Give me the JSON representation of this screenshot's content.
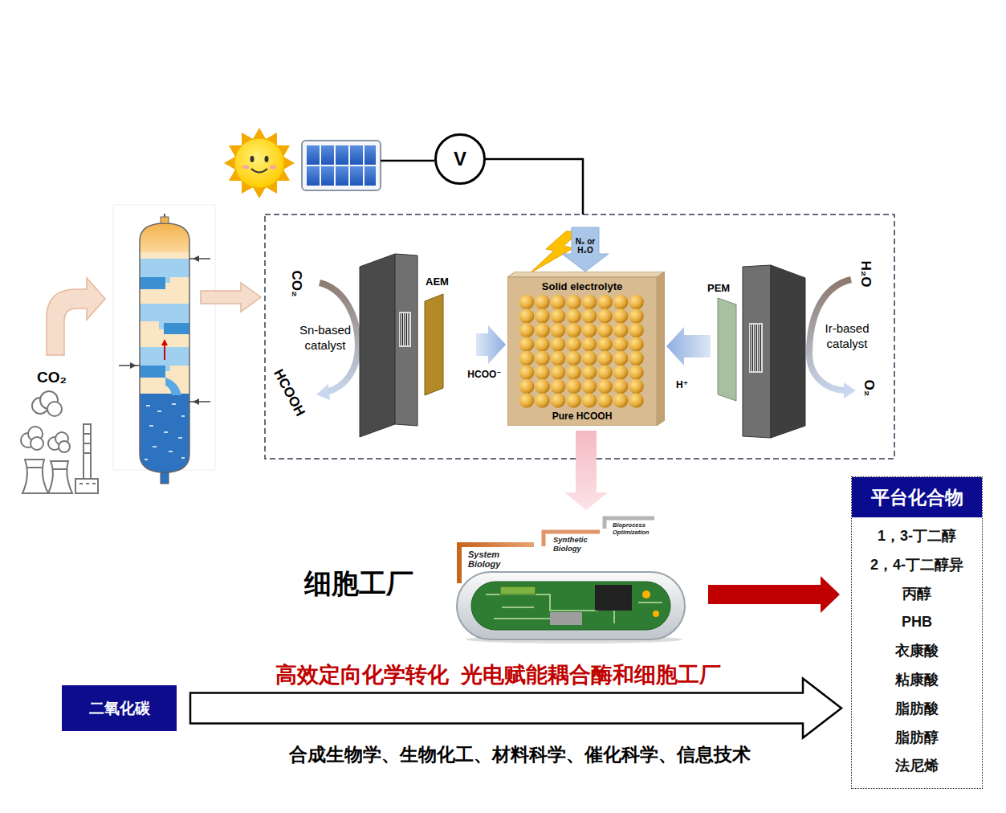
{
  "diagram": {
    "nodes": [
      {
        "text": [
          "V"
        ]
      },
      {
        "text": [
          "AEM"
        ]
      },
      {
        "text": [
          "Solid electrolyte",
          "Pure HCOOH"
        ]
      },
      {
        "text": [
          "PEM"
        ]
      },
      {
        "text": [
          "1，3-丁二醇",
          "2，4-丁二醇异",
          "丙醇",
          "PHB",
          "衣康酸",
          "粘康酸",
          "脂肪酸",
          "脂肪醇",
          "法尼烯"
        ]
      },
      {
        "text": [
          "平台化合物"
        ],
        "in": 4
      },
      {
        "text": [
          "细胞工厂",
          "System Biology",
          "Synthetic Biology",
          "Bioprocess Optimization"
        ]
      },
      {
        "text": [
          "二氧化碳"
        ]
      }
    ],
    "edges": [
      {
        "from": 1,
        "to": 2,
        "arrow": "to",
        "label": "HCOO⁻"
      },
      {
        "from": 3,
        "to": 2,
        "arrow": "to",
        "label": "H⁺"
      },
      {
        "from": 2,
        "to": 6,
        "arrow": "to"
      },
      {
        "from": 6,
        "to": 4,
        "arrow": "to"
      },
      {
        "from": 7,
        "to": 4,
        "arrow": "to",
        "label": "高效定向化学转化  光电赋能耦合酶和细胞工厂"
      }
    ],
    "labels": [
      "CO₂",
      "CO₂",
      "Sn-based catalyst",
      "HCOOH",
      "N₂ or H₂O",
      "Ir-based catalyst",
      "H₂O",
      "O₂",
      "合成生物学、生物化工、材料科学、催化科学、信息技术"
    ]
  }
}
